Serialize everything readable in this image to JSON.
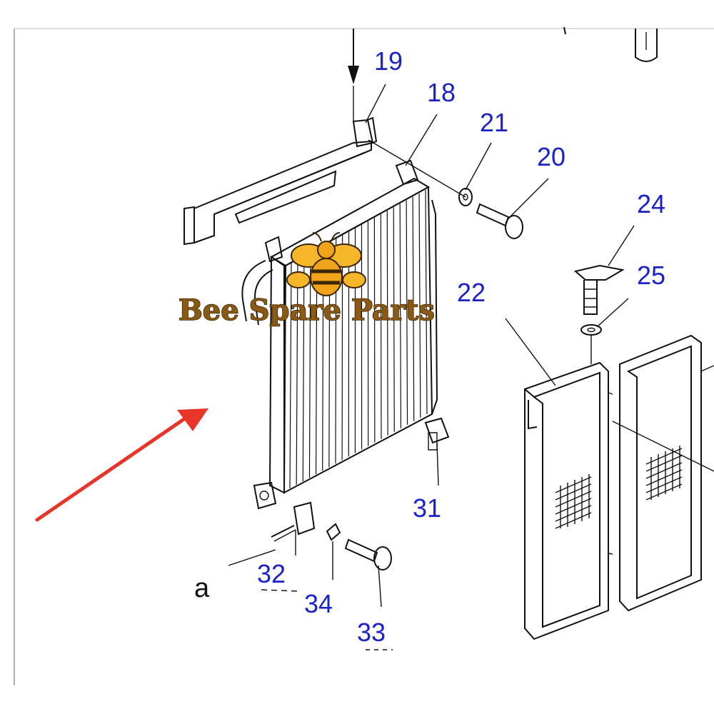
{
  "callouts": {
    "c19": "19",
    "c18": "18",
    "c21": "21",
    "c20": "20",
    "c24": "24",
    "c25": "25",
    "c22": "22",
    "c31": "31",
    "c32": "32",
    "c34": "34",
    "c33": "33"
  },
  "view_marker": "a",
  "watermark": {
    "text": "Bee Spare Parts",
    "icon": "bee-icon"
  },
  "colors": {
    "callout_text": "#1a22c8",
    "arrow": "#e8352a",
    "watermark_text": "#8a5a14",
    "bee_body": "#f0a21a"
  }
}
